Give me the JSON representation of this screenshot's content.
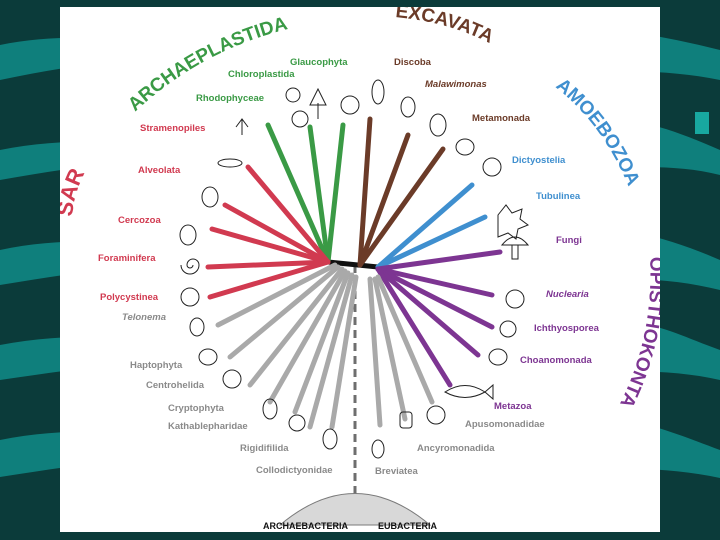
{
  "colors": {
    "background": "#0b3b3a",
    "wave": "#0f7f7c",
    "archaeplastida": "#3a9a45",
    "excavata": "#6b3b28",
    "amoebozoa": "#3f8fcf",
    "opisthokonta": "#7d3592",
    "sar": "#d13a50",
    "other": "#a9a9a9",
    "trunk": "#111111"
  },
  "supergroups": {
    "archaeplastida": "ARCHAEPLASTIDA",
    "excavata": "EXCAVATA",
    "amoebozoa": "AMOEBOZOA",
    "opisthokonta": "OPISTHOKONTA",
    "sar": "SAR"
  },
  "taxa": {
    "glaucophyta": "Glaucophyta",
    "chloroplastida": "Chloroplastida",
    "rhodophyceae": "Rhodophyceae",
    "discoba": "Discoba",
    "malawimonas": "Malawimonas",
    "metamonada": "Metamonada",
    "dictyostelia": "Dictyostelia",
    "tubulinea": "Tubulinea",
    "fungi": "Fungi",
    "nuclearia": "Nuclearia",
    "ichthyosporea": "Ichthyosporea",
    "choanomonada": "Choanomonada",
    "metazoa": "Metazoa",
    "stramenopiles": "Stramenopiles",
    "alveolata": "Alveolata",
    "cercozoa": "Cercozoa",
    "foraminifera": "Foraminifera",
    "polycystinea": "Polycystinea",
    "telonema": "Telonema",
    "haptophyta": "Haptophyta",
    "centrohelida": "Centrohelida",
    "cryptophyta": "Cryptophyta",
    "katablepharidae": "Kathablepharidae",
    "rigidifilida": "Rigidifilida",
    "collodictyonidae": "Collodictyonidae",
    "breviatea": "Breviatea",
    "ancyromonadida": "Ancyromonadida",
    "apusomonadidae": "Apusomonadidae"
  },
  "base": {
    "archaebacteria": "ARCHAEBACTERIA",
    "eubacteria": "EUBACTERIA"
  }
}
